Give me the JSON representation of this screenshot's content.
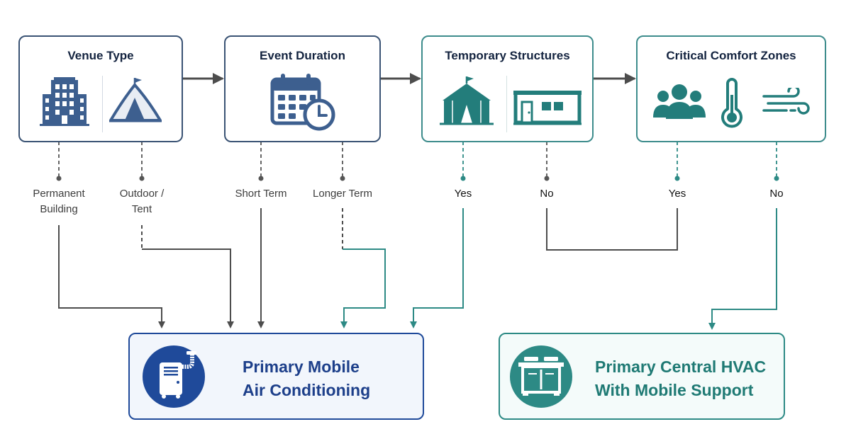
{
  "diagram": {
    "cards": [
      {
        "id": "venue",
        "title": "Venue Type",
        "icons": [
          "office-building-icon",
          "tent-icon"
        ]
      },
      {
        "id": "duration",
        "title": "Event Duration",
        "icons": [
          "calendar-clock-icon"
        ]
      },
      {
        "id": "temporary",
        "title": "Temporary Structures",
        "icons": [
          "circus-tent-icon",
          "portable-cabin-icon"
        ]
      },
      {
        "id": "comfort",
        "title": "Critical Comfort Zones",
        "icons": [
          "people-group-icon",
          "thermometer-icon",
          "wind-icon"
        ]
      }
    ],
    "branches": {
      "venue_permanent": "Permanent\nBuilding",
      "venue_outdoor": "Outdoor /\nTent",
      "duration_short": "Short Term",
      "duration_longer": "Longer Term",
      "temporary_yes": "Yes",
      "temporary_no": "No",
      "comfort_yes": "Yes",
      "comfort_no": "No"
    },
    "outcomes": {
      "mobile": {
        "line1": "Primary Mobile",
        "line2": "Air Conditioning",
        "icon": "portable-ac-icon"
      },
      "central": {
        "line1": "Primary Central HVAC",
        "line2": "With Mobile Support",
        "icon": "hvac-unit-icon"
      }
    },
    "colors": {
      "navy": "#3a5374",
      "blue": "#1f4a9a",
      "teal": "#2d8a85",
      "icon_blue": "#3d5f8f",
      "icon_teal": "#237d7b"
    }
  }
}
